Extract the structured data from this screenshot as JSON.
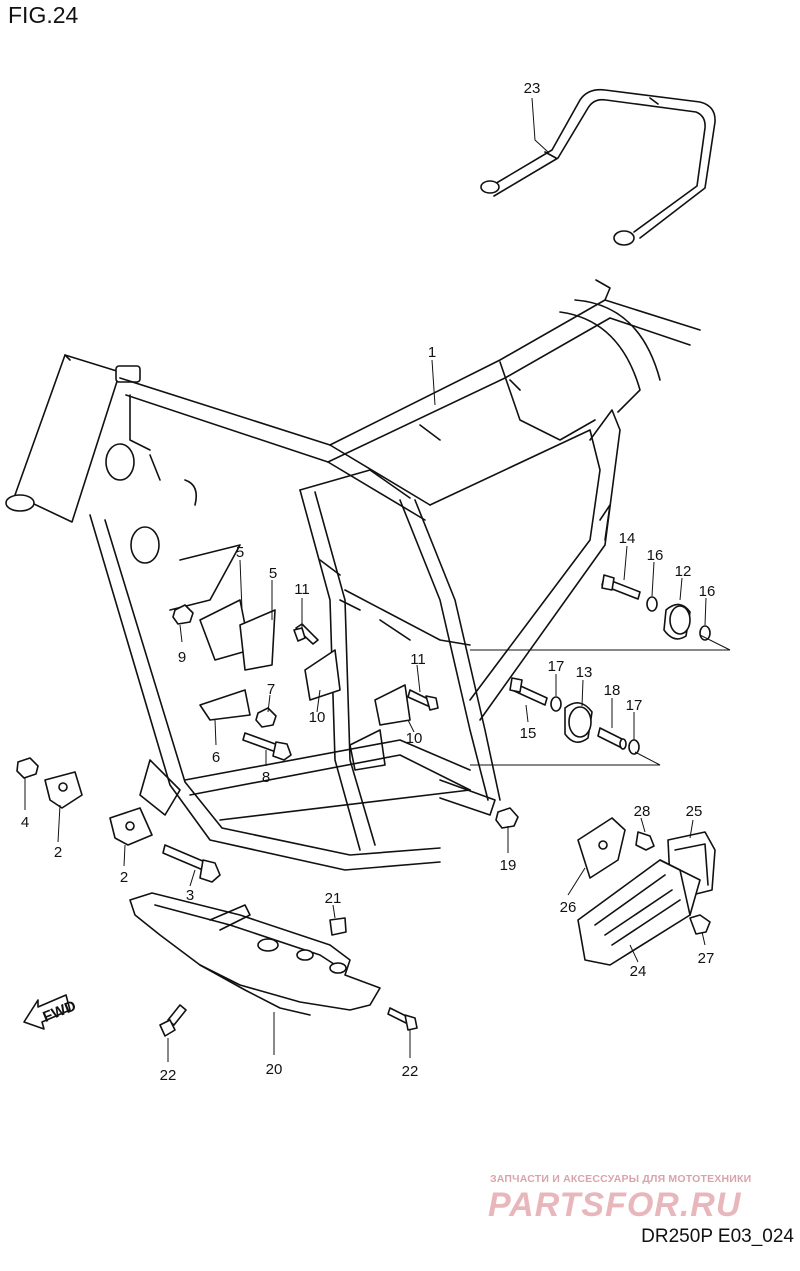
{
  "figure": {
    "title": "FIG.24",
    "code": "DR250P E03_024"
  },
  "watermark": {
    "subtitle": "ЗАПЧАСТИ И АКСЕССУАРЫ ДЛЯ МОТОТЕХНИКИ",
    "logo_text": "PARTSFOR.RU"
  },
  "direction_marker": {
    "text": "FWD",
    "icon": "arrow-icon"
  },
  "callouts": [
    "1",
    "2",
    "2",
    "3",
    "4",
    "5",
    "5",
    "6",
    "7",
    "8",
    "9",
    "10",
    "10",
    "11",
    "11",
    "12",
    "13",
    "14",
    "15",
    "16",
    "16",
    "17",
    "17",
    "18",
    "19",
    "20",
    "21",
    "22",
    "22",
    "23",
    "24",
    "25",
    "26",
    "27",
    "28"
  ],
  "colors": {
    "line": "#111111",
    "background": "#ffffff",
    "watermark": "#e8b7bc"
  }
}
